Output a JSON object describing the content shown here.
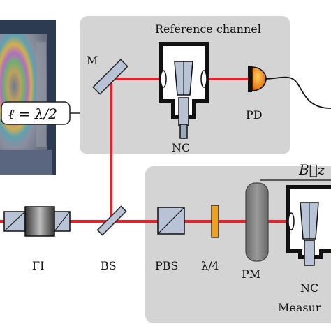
{
  "colors": {
    "beam": "#e8202a",
    "panel": "#d4d4d4",
    "photo_bg": "#2c3a52",
    "element_fill": "#b8c4d6",
    "detector": "#f0a020"
  },
  "inset": {
    "equation": "ℓ = λ/2"
  },
  "reference_channel": {
    "title": "Reference channel",
    "mirror_label": "M",
    "cell_label": "NC",
    "detector_label": "PD"
  },
  "main_line": {
    "isolator_label": "FI",
    "splitter_label": "BS",
    "pbs_label": "PBS",
    "waveplate_label": "λ/4"
  },
  "measurement_channel": {
    "field_label": "B⃗z",
    "modulator_label": "PM",
    "cell_label": "NC",
    "title_partial": "Measur"
  }
}
